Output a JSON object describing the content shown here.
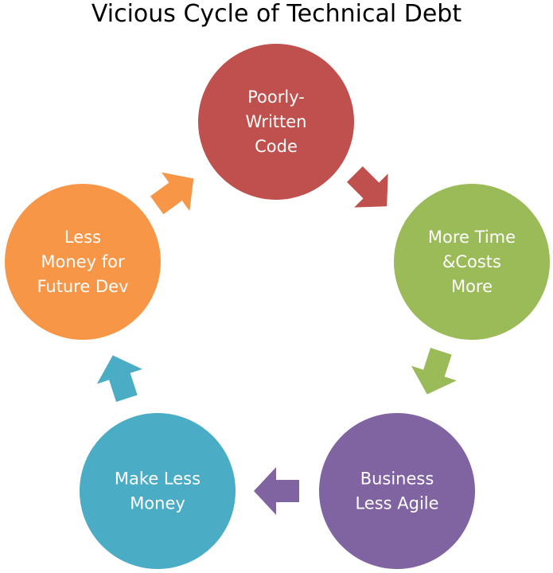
{
  "title": "Vicious Cycle of Technical Debt",
  "nodes": [
    {
      "id": "poorly-written-code",
      "lines": [
        "Poorly-",
        "Written",
        "Code"
      ],
      "color": "#c0504d"
    },
    {
      "id": "more-time-costs-more",
      "lines": [
        "More Time",
        "&Costs",
        "More"
      ],
      "color": "#9bbb59"
    },
    {
      "id": "business-less-agile",
      "lines": [
        "Business",
        "Less Agile"
      ],
      "color": "#8064a2"
    },
    {
      "id": "make-less-money",
      "lines": [
        "Make Less",
        "Money"
      ],
      "color": "#4bacc6"
    },
    {
      "id": "less-money-future-dev",
      "lines": [
        "Less",
        "Money for",
        "Future Dev"
      ],
      "color": "#f79646"
    }
  ],
  "arrows": [
    {
      "from": "poorly-written-code",
      "to": "more-time-costs-more",
      "color": "#c0504d"
    },
    {
      "from": "more-time-costs-more",
      "to": "business-less-agile",
      "color": "#9bbb59"
    },
    {
      "from": "business-less-agile",
      "to": "make-less-money",
      "color": "#8064a2"
    },
    {
      "from": "make-less-money",
      "to": "less-money-future-dev",
      "color": "#4bacc6"
    },
    {
      "from": "less-money-future-dev",
      "to": "poorly-written-code",
      "color": "#f79646"
    }
  ]
}
